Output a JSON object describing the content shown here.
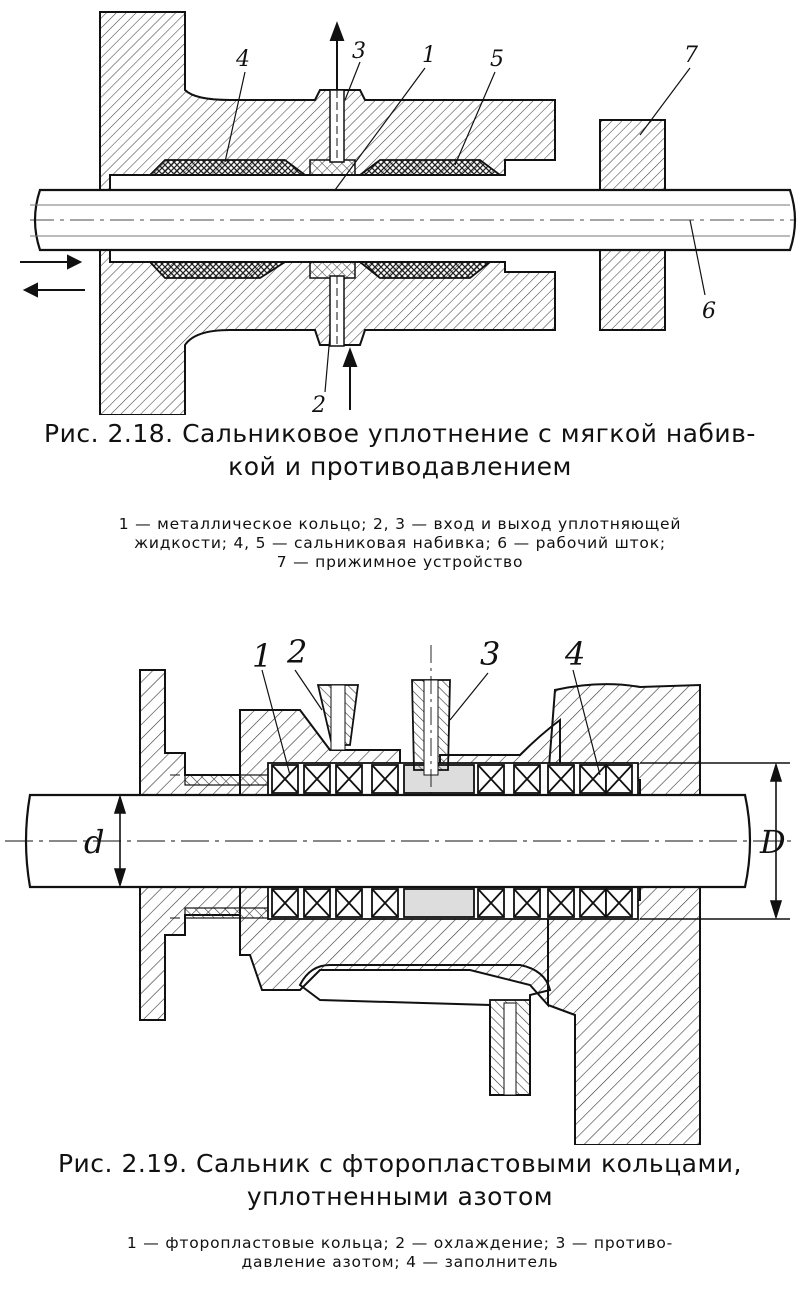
{
  "figure1": {
    "caption": "Рис. 2.18. Сальниковое уплотнение с мягкой набивкой и противодавлением",
    "caption_lines": [
      "Рис. 2.18. Сальниковое уплотнение с мягкой набив-",
      "кой и противодавлением"
    ],
    "legend_lines": [
      "1 — металлическое кольцо; 2, 3 — вход и выход уплотняющей",
      "жидкости; 4, 5 — сальниковая набивка; 6 — рабочий шток;",
      "7 — прижимное устройство"
    ],
    "labels": {
      "l1": "1",
      "l2": "2",
      "l3": "3",
      "l4": "4",
      "l5": "5",
      "l6": "6",
      "l7": "7"
    }
  },
  "figure2": {
    "caption_lines": [
      "Рис. 2.19. Сальник с фторопластовыми кольцами,",
      "уплотненными азотом"
    ],
    "legend_lines": [
      "1 — фторопластовые кольца; 2 — охлаждение; 3 — противо-",
      "давление азотом; 4 — заполнитель"
    ],
    "labels": {
      "l1": "1",
      "l2": "2",
      "l3": "3",
      "l4": "4",
      "d": "d",
      "D": "D"
    }
  }
}
